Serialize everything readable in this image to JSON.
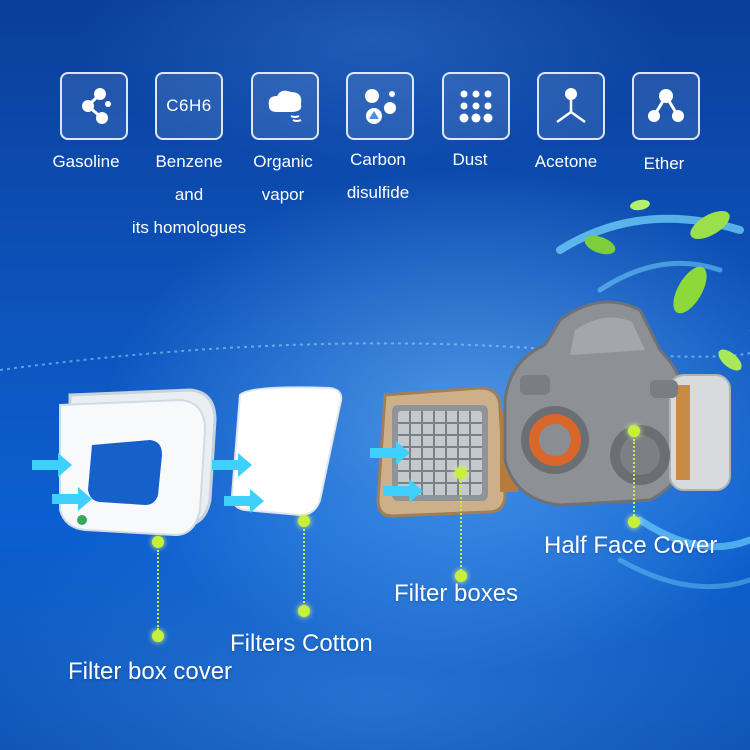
{
  "contaminants": [
    {
      "icon": "molecule-icon",
      "lines": [
        "Gasoline"
      ]
    },
    {
      "icon": "c6h6-formula-icon",
      "formula": "C6H6",
      "lines": [
        "Benzene",
        "and",
        "its homologues"
      ]
    },
    {
      "icon": "vapor-cloud-icon",
      "lines": [
        "Organic",
        "vapor"
      ]
    },
    {
      "icon": "carbon-particles-icon",
      "lines": [
        "Carbon",
        "disulfide"
      ]
    },
    {
      "icon": "dust-dots-icon",
      "lines": [
        "Dust"
      ]
    },
    {
      "icon": "acetone-structure-icon",
      "lines": [
        "Acetone"
      ]
    },
    {
      "icon": "ether-molecule-icon",
      "lines": [
        "Ether"
      ]
    }
  ],
  "parts": {
    "filter_box_cover": "Filter box cover",
    "filters_cotton": "Filters Cotton",
    "filter_boxes": "Filter boxes",
    "half_face_cover": "Half Face Cover"
  },
  "colors": {
    "background": "#0d55bf",
    "accent": "#c6f03a",
    "arrow": "#3fd0ff",
    "leaf": "#8ed93a"
  }
}
